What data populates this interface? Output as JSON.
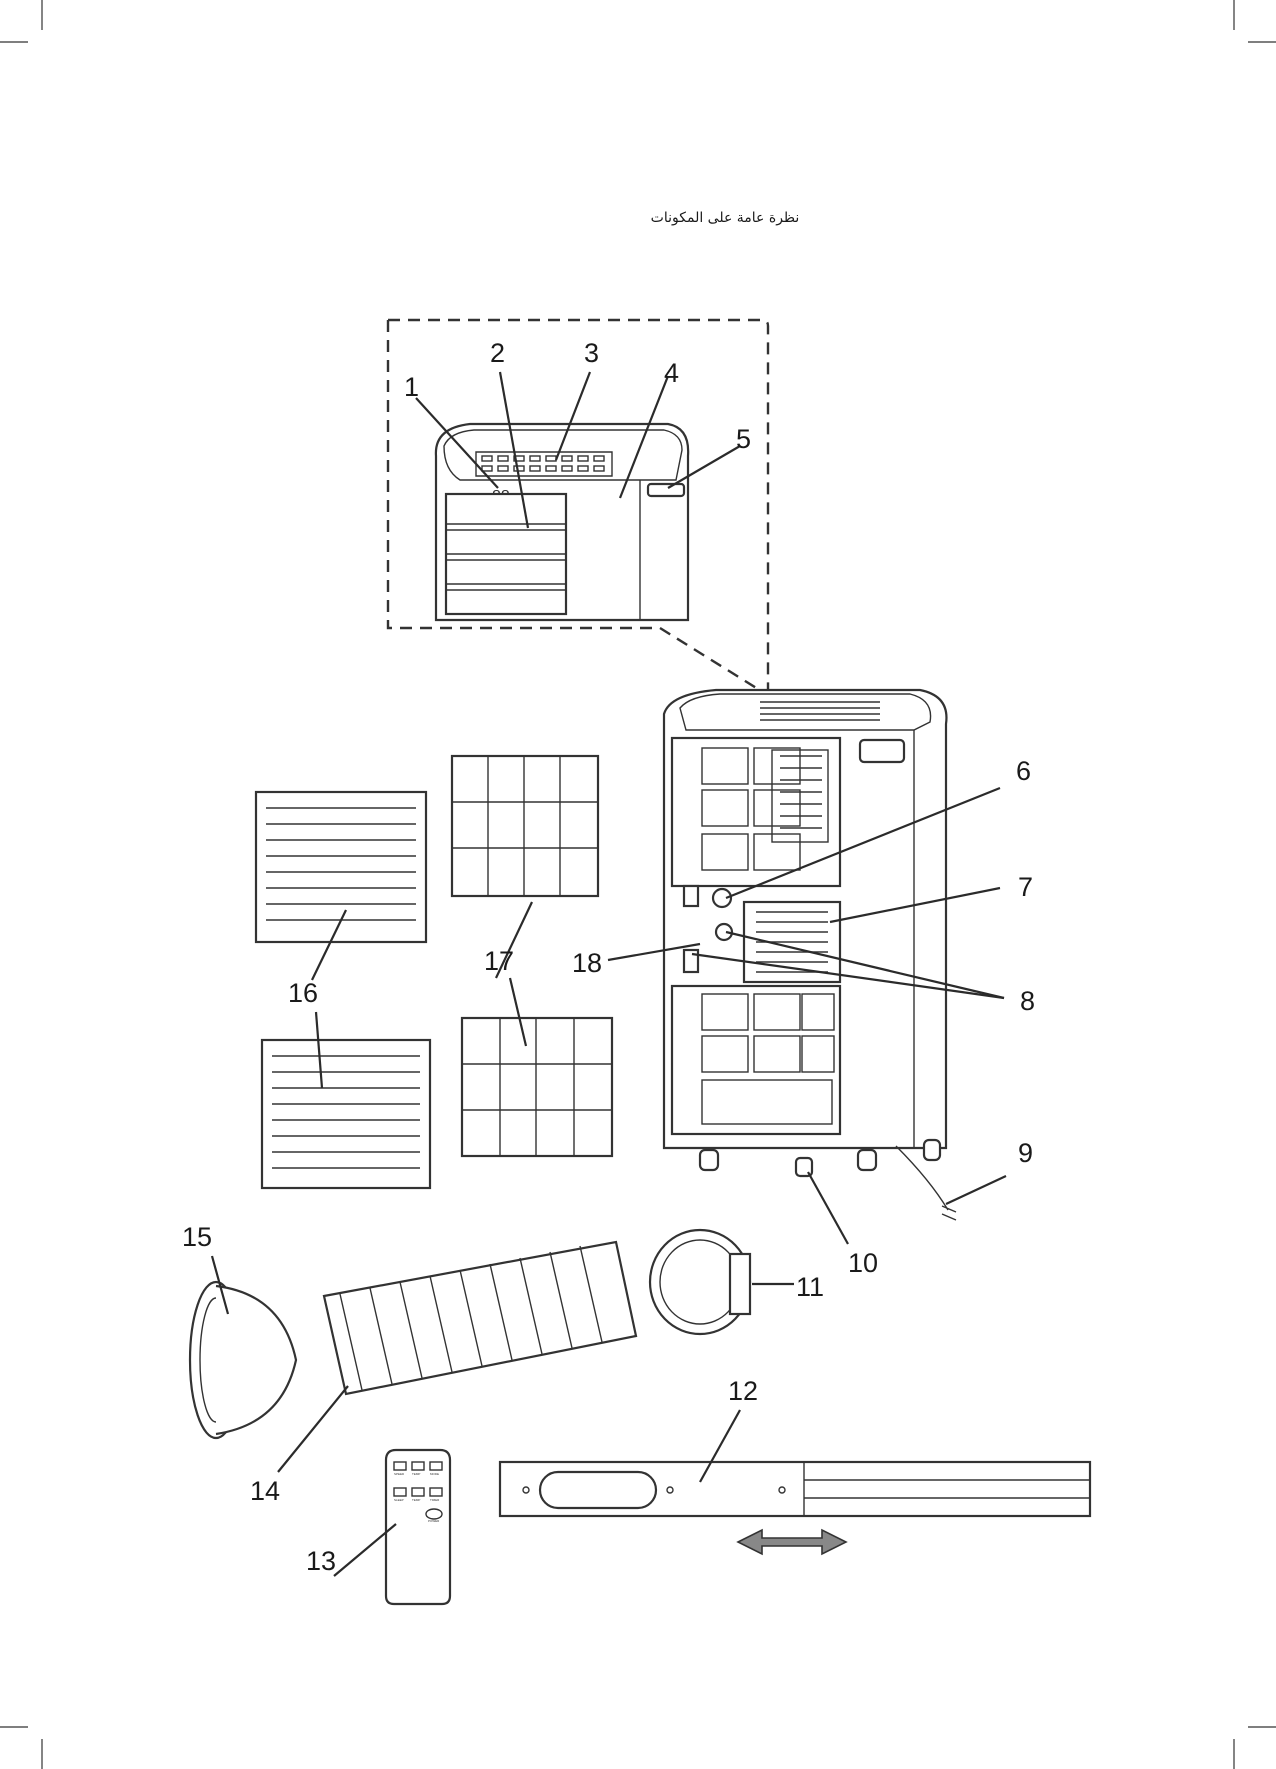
{
  "heading": "نظرة عامة على المكونات",
  "callouts": [
    "1",
    "2",
    "3",
    "4",
    "5",
    "6",
    "7",
    "8",
    "9",
    "10",
    "11",
    "12",
    "13",
    "14",
    "15",
    "16",
    "17",
    "18"
  ],
  "display_digits": "88",
  "remote_buttons": [
    "SPEED",
    "TEMP",
    "MODE",
    "SLEEP",
    "TEMP",
    "TIMER",
    "POWER"
  ]
}
